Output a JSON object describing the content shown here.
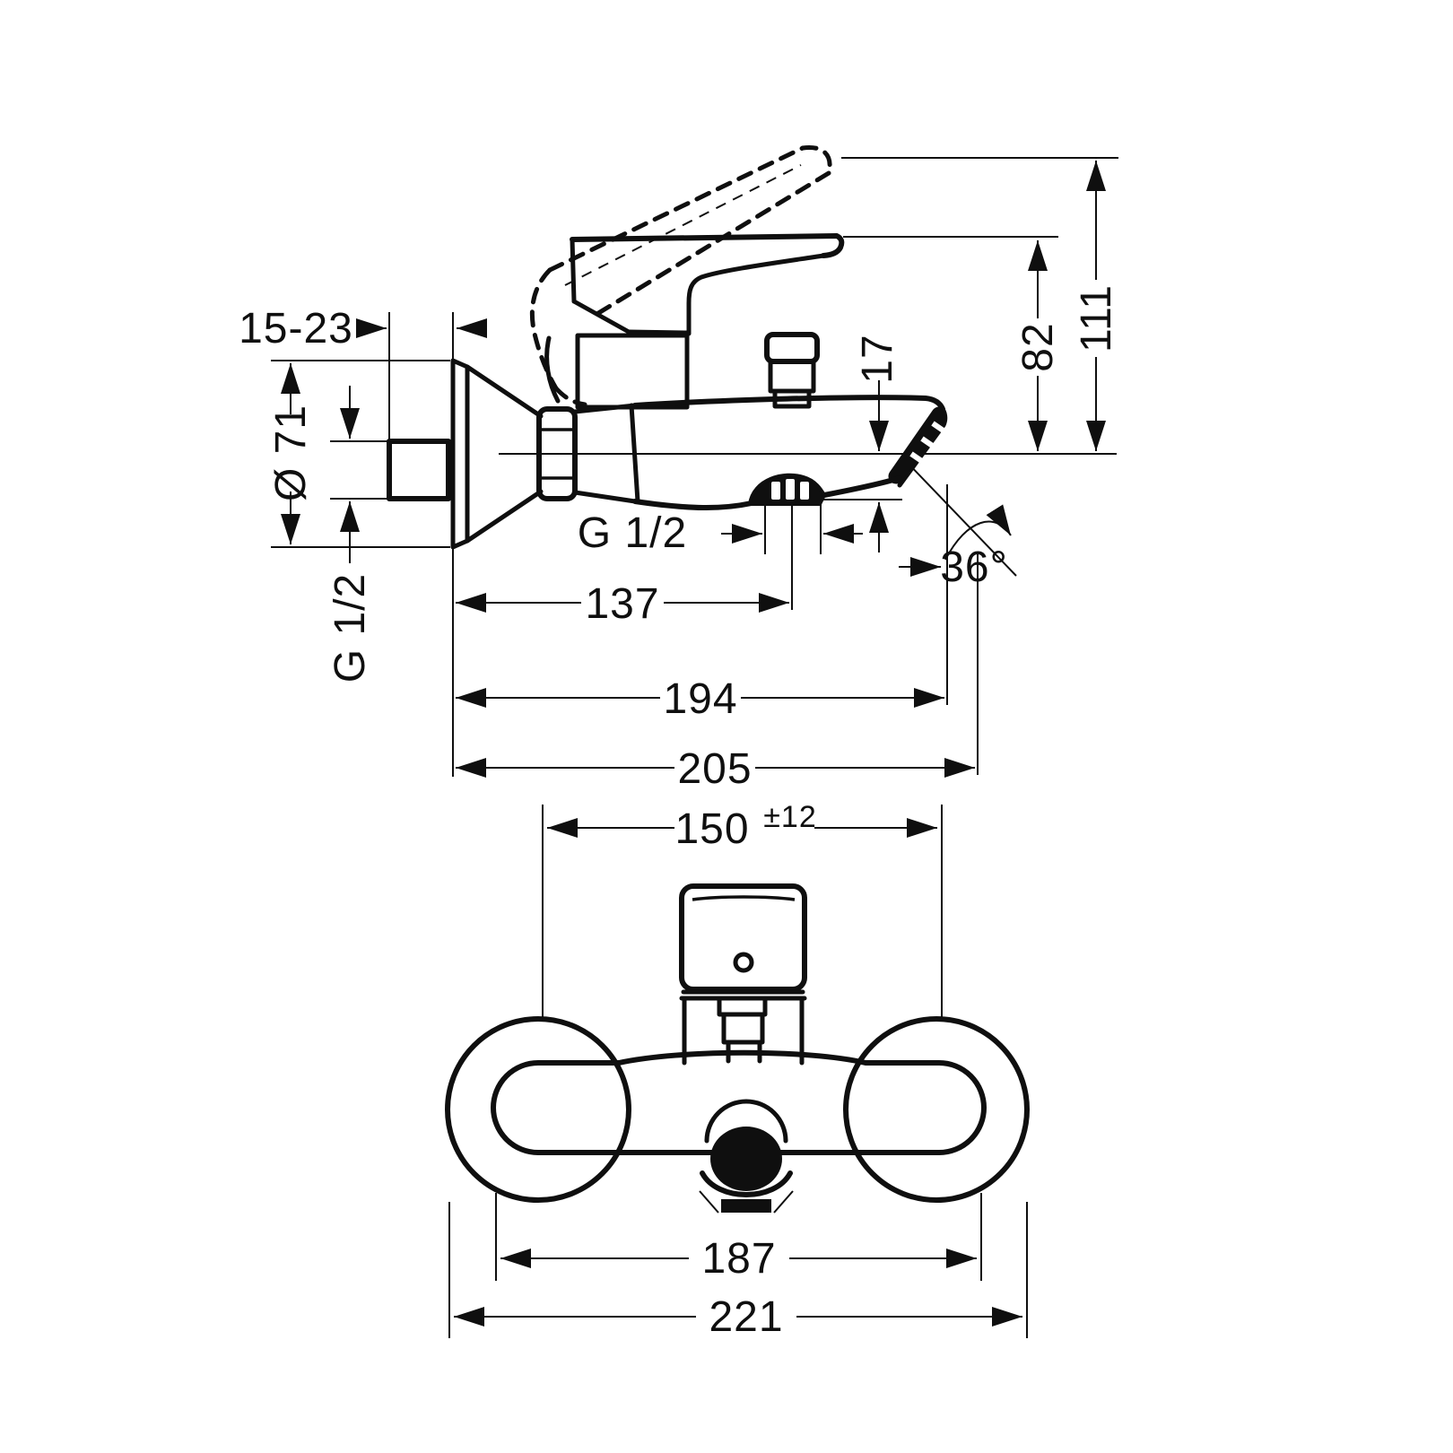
{
  "drawing": {
    "kind": "technical dimension drawing",
    "subject": "wall-mounted single-lever bath/shower mixer",
    "line_color": "#0f0f0f",
    "background_color": "#ffffff"
  },
  "side_view": {
    "dims": {
      "wall_adjust_depth": "15-23",
      "escutcheon_diameter": "Ø 71",
      "wall_thread": "G 1/2",
      "hose_thread": "G 1/2",
      "outlet_drop": "17",
      "body_height": "82",
      "lever_height": "111",
      "diverter_center_depth": "137",
      "spout_reach": "194",
      "overall_depth": "205",
      "outlet_angle": "36°"
    }
  },
  "front_view": {
    "dims": {
      "supply_centers": "150",
      "supply_tolerance": "±12",
      "rosette_centers": "187",
      "overall_width": "221"
    }
  }
}
